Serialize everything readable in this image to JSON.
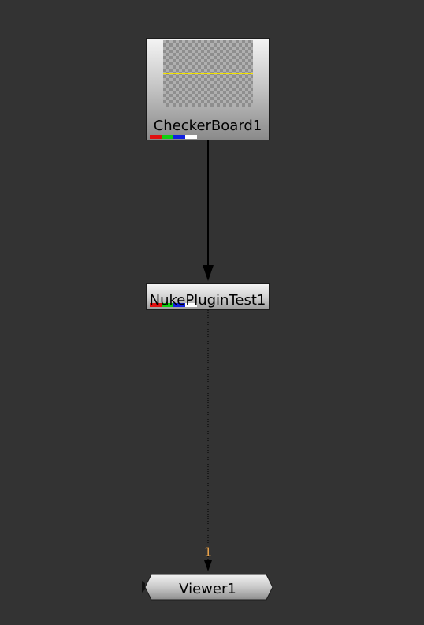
{
  "nodes": {
    "checkerboard": {
      "label": "CheckerBoard1"
    },
    "plugin": {
      "label": "NukePluginTest1"
    },
    "viewer": {
      "label": "Viewer1",
      "input_number": "1"
    }
  },
  "channel_colors": [
    "#e01010",
    "#10d010",
    "#1020e0",
    "#ffffff"
  ],
  "colors": {
    "background": "#333333",
    "thumbnail_line": "#f0e000",
    "input_number": "#e8a24a"
  }
}
